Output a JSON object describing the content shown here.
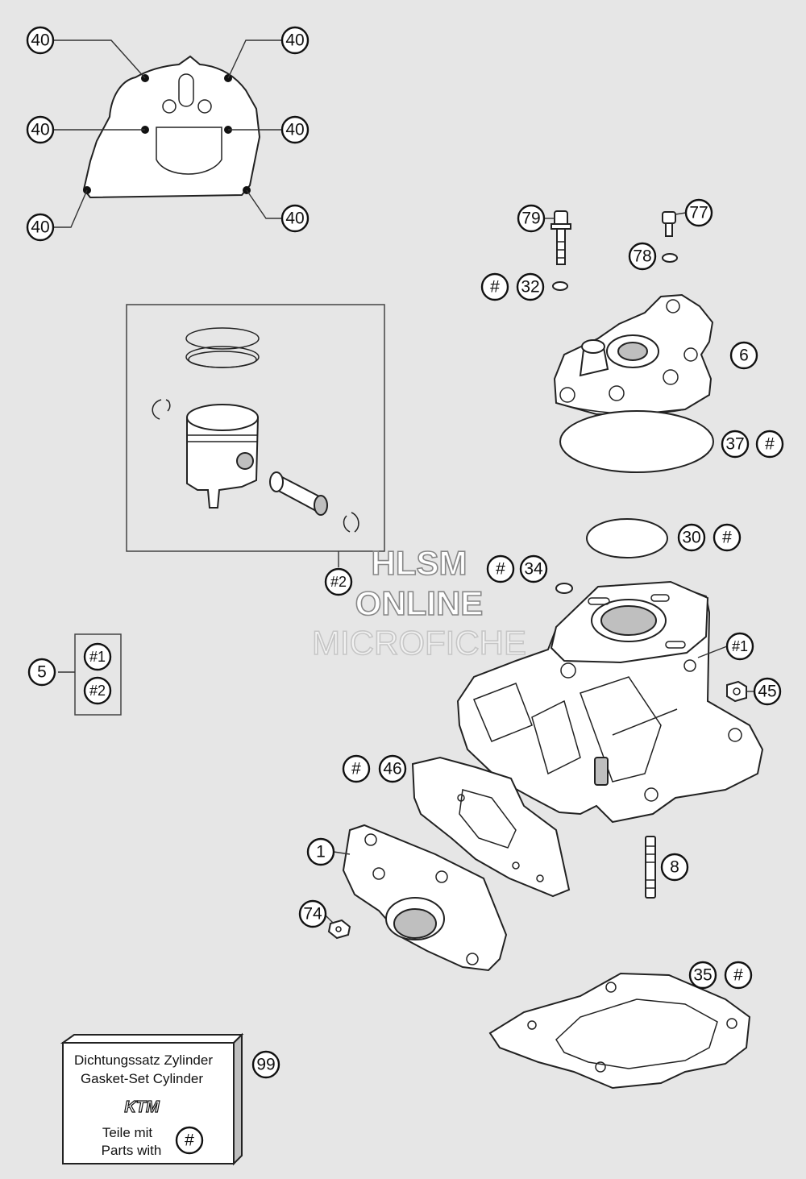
{
  "callouts": {
    "c40_tl": "40",
    "c40_tr": "40",
    "c40_ml": "40",
    "c40_mr": "40",
    "c40_bl": "40",
    "c40_br": "40",
    "c79": "79",
    "c77": "77",
    "c78": "78",
    "c32_hash": "#",
    "c32": "32",
    "c6": "6",
    "c37": "37",
    "c37_hash": "#",
    "c30": "30",
    "c30_hash": "#",
    "c34_hash": "#",
    "c34": "34",
    "c2": "#2",
    "c5": "5",
    "c5_1": "#1",
    "c5_2": "#2",
    "c1_cyl": "#1",
    "c45": "45",
    "c46_hash": "#",
    "c46": "46",
    "c1": "1",
    "c8": "8",
    "c74": "74",
    "c35": "35",
    "c35_hash": "#",
    "c99": "99"
  },
  "watermark": {
    "line1": "HLSM",
    "line2": "ONLINE",
    "line3": "MICROFICHE"
  },
  "gasket_box": {
    "line1": "Dichtungssatz Zylinder",
    "line2": "Gasket-Set Cylinder",
    "logo": "KTM",
    "line3": "Teile mit",
    "line4": "Parts with",
    "symbol": "#"
  }
}
